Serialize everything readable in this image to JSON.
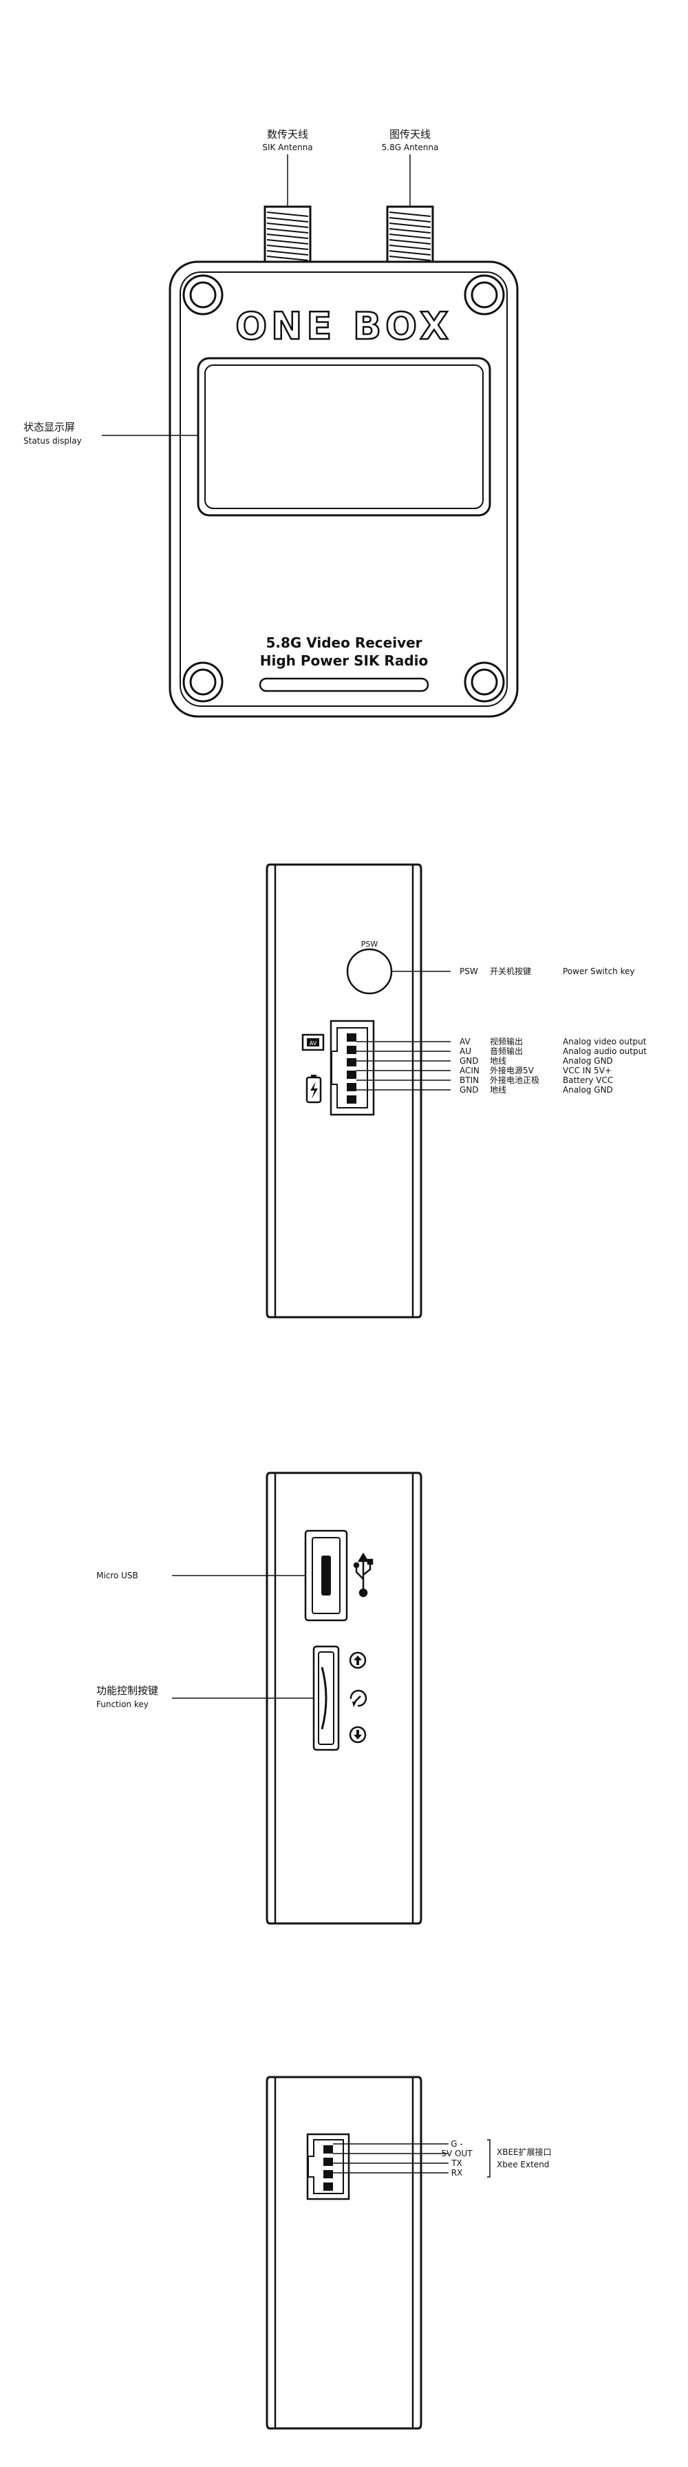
{
  "top_view": {
    "antenna_left_cn": "数传天线",
    "antenna_left_en": "SIK Antenna",
    "antenna_right_cn": "图传天线",
    "antenna_right_en": "5.8G Antenna",
    "logo_text": "ONE BOX",
    "display_cn": "状态显示屏",
    "display_en": "Status display",
    "label_line1": "5.8G Video Receiver",
    "label_line2": "High Power SIK Radio"
  },
  "side_view_1": {
    "psw_button": "PSW",
    "psw_code": "PSW",
    "psw_cn": "开关机按键",
    "psw_en": "Power Switch key",
    "pins": [
      {
        "code": "AV",
        "cn": "视频输出",
        "en": "Analog video output"
      },
      {
        "code": "AU",
        "cn": "音频输出",
        "en": "Analog audio output"
      },
      {
        "code": "GND",
        "cn": "地线",
        "en": "Analog GND"
      },
      {
        "code": "ACIN",
        "cn": "外接电源5V",
        "en": "VCC IN 5V+"
      },
      {
        "code": "BTIN",
        "cn": "外接电池正极",
        "en": "Battery VCC"
      },
      {
        "code": "GND",
        "cn": "地线",
        "en": "Analog GND"
      }
    ]
  },
  "side_view_2": {
    "usb_label": "Micro USB",
    "func_cn": "功能控制按键",
    "func_en": "Function key"
  },
  "side_view_3": {
    "pins": [
      "G -",
      "5V OUT",
      "TX",
      "RX"
    ],
    "xbee_cn": "XBEE扩展接口",
    "xbee_en": "Xbee Extend"
  }
}
